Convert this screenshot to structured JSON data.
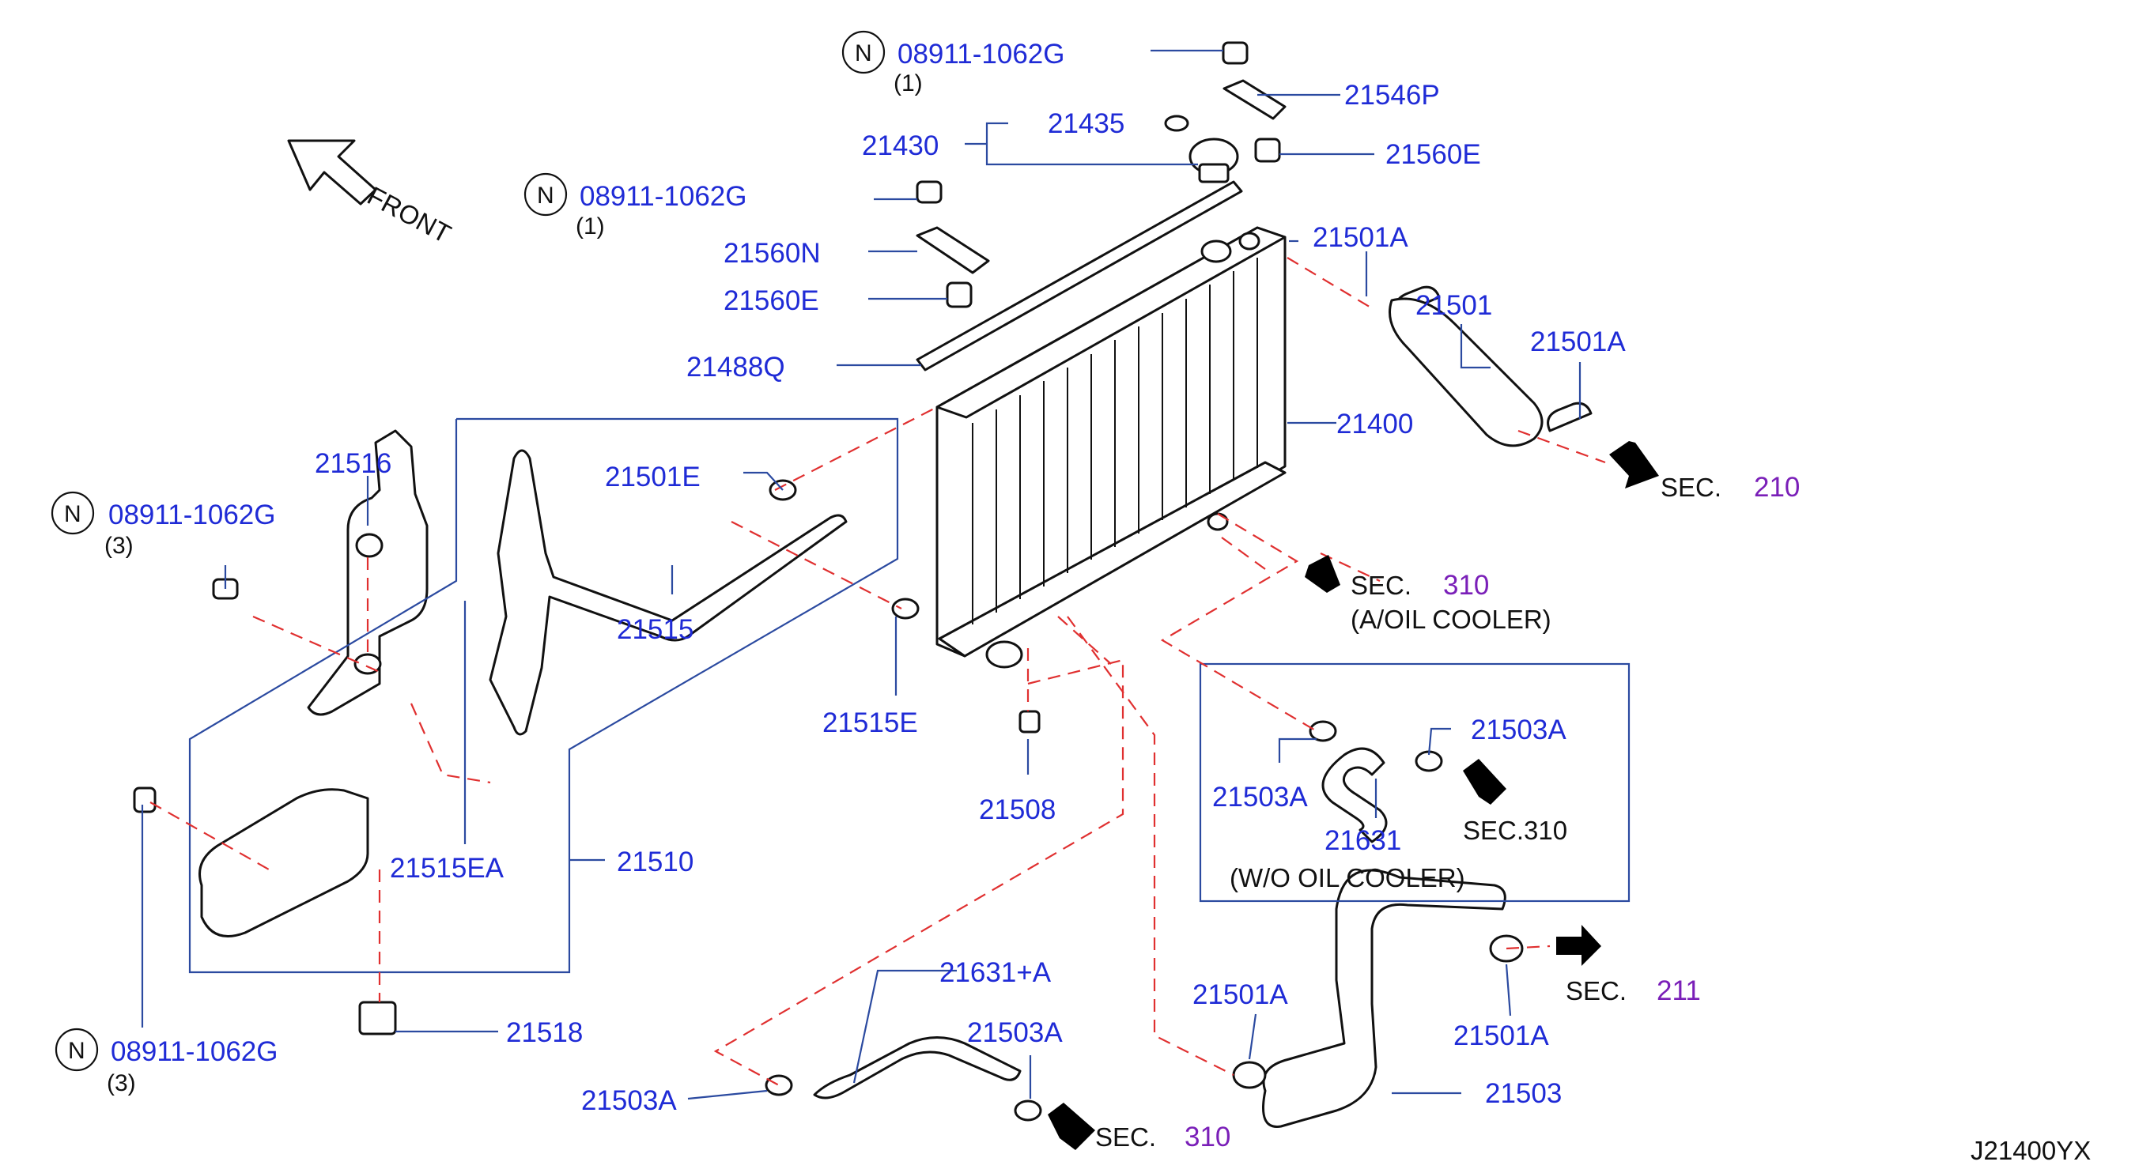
{
  "diagram_code": "J21400YX",
  "front_label": "FRONT",
  "n_symbol": "N",
  "nut_callouts": [
    {
      "part": "08911-1062G",
      "qty": "(1)"
    },
    {
      "part": "08911-1062G",
      "qty": "(1)"
    },
    {
      "part": "08911-1062G",
      "qty": "(3)"
    },
    {
      "part": "08911-1062G",
      "qty": "(3)"
    }
  ],
  "labels": {
    "p21546P": "21546P",
    "p21435": "21435",
    "p21430": "21430",
    "p21560E_top": "21560E",
    "p21560N": "21560N",
    "p21560E": "21560E",
    "p21488Q": "21488Q",
    "p21501A_1": "21501A",
    "p21501": "21501",
    "p21501A_2": "21501A",
    "p21400": "21400",
    "p21516": "21516",
    "p21501E": "21501E",
    "p21515": "21515",
    "p21515E": "21515E",
    "p21508": "21508",
    "p21503A_1": "21503A",
    "p21503A_2": "21503A",
    "p21631": "21631",
    "p21515EA": "21515EA",
    "p21510": "21510",
    "p21518": "21518",
    "p21631A": "21631+A",
    "p21503A_3": "21503A",
    "p21503A_4": "21503A",
    "p21501A_3": "21501A",
    "p21501A_4": "21501A",
    "p21503": "21503"
  },
  "sections": {
    "sec210": {
      "prefix": "SEC.",
      "num": "210"
    },
    "sec310_top": {
      "prefix": "SEC.",
      "num": "310",
      "note": "(A/OIL COOLER)"
    },
    "sec310_box": {
      "text": "SEC.310",
      "note": "(W/O OIL COOLER)"
    },
    "sec211": {
      "prefix": "SEC.",
      "num": "211"
    },
    "sec310_bottom": {
      "prefix": "SEC.",
      "num": "310"
    }
  },
  "colors": {
    "part_number": "#1f2bd6",
    "section_number": "#7a1fb8",
    "leader_line": "#2b4aa0",
    "dashed_line": "#e03030"
  }
}
